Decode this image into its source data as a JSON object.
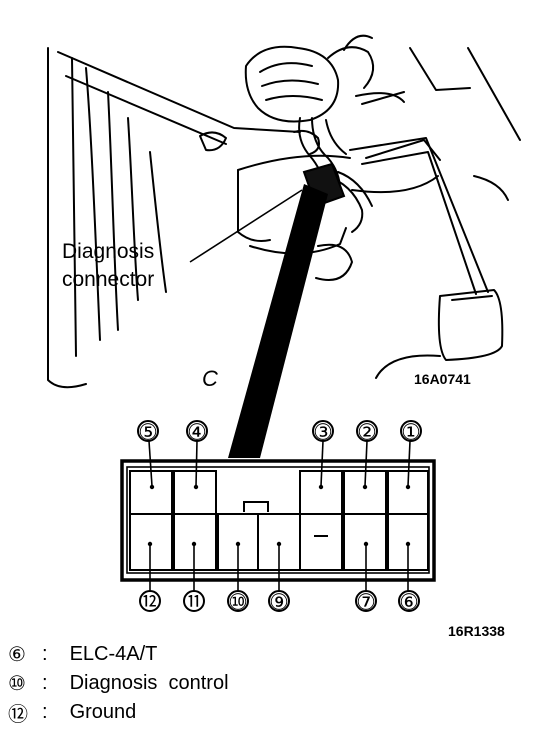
{
  "illustration": {
    "callout_label_lines": [
      "Diagnosis",
      "connector"
    ],
    "figure_code_top": "16A0741",
    "figure_code_bottom": "16R1338",
    "stray_mark": "C"
  },
  "connector": {
    "top_row_labels": [
      "⑤",
      "④",
      "③",
      "②",
      "①"
    ],
    "bottom_row_labels": [
      "⑫",
      "⑪",
      "⑩",
      "⑨",
      "⑦",
      "⑥"
    ]
  },
  "legend": [
    {
      "number": "⑥",
      "text": "ELC-4A/T"
    },
    {
      "number": "⑩",
      "text": "Diagnosis  control"
    },
    {
      "number": "⑫",
      "text": "Ground"
    }
  ]
}
